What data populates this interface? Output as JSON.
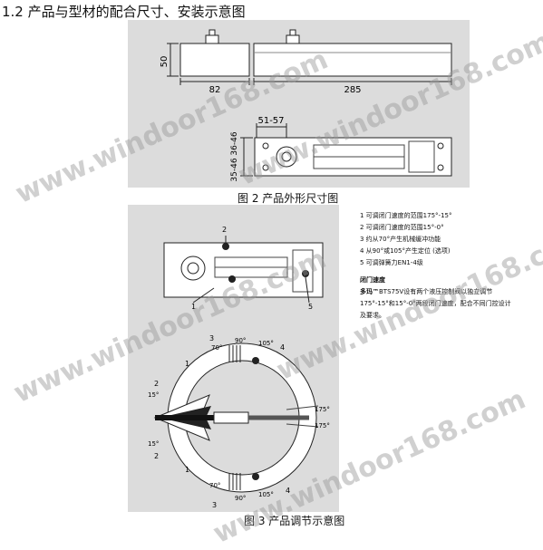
{
  "heading": "1.2 产品与型材的配合尺寸、安装示意图",
  "fig2": {
    "caption": "图 2 产品外形尺寸图",
    "dim_height": "50",
    "dim_small_width": "82",
    "dim_large_width": "285",
    "dim_spacing": "51-57",
    "dim_vertical": "35-46 36-46"
  },
  "fig3": {
    "caption": "图 3 产品调节示意图",
    "label_1": "1",
    "label_2": "2",
    "label_3": "3",
    "label_4": "4",
    "label_5": "5",
    "angle_90": "90°",
    "angle_105": "105°",
    "angle_70": "70°",
    "angle_15": "15°",
    "angle_175": "175°"
  },
  "notes": {
    "item1": "1 可调闭门速度的范围175°-15°",
    "item2": "2 可调闭门速度的范围15°-0°",
    "item3": "3 约从70°产生机械缓冲功能",
    "item4": "4 从90°或105°产生定位 (选项)",
    "item5": "5 可调弹簧力EN1-4级",
    "section_title": "闭门速度",
    "brand": "多玛™",
    "paragraph": "BTS75V设有两个液压控制阀以独立调节175°-15°和15°-0°两段闭门速度，配合不同门控设计及要求。"
  },
  "watermark": "www.windoor168.com"
}
